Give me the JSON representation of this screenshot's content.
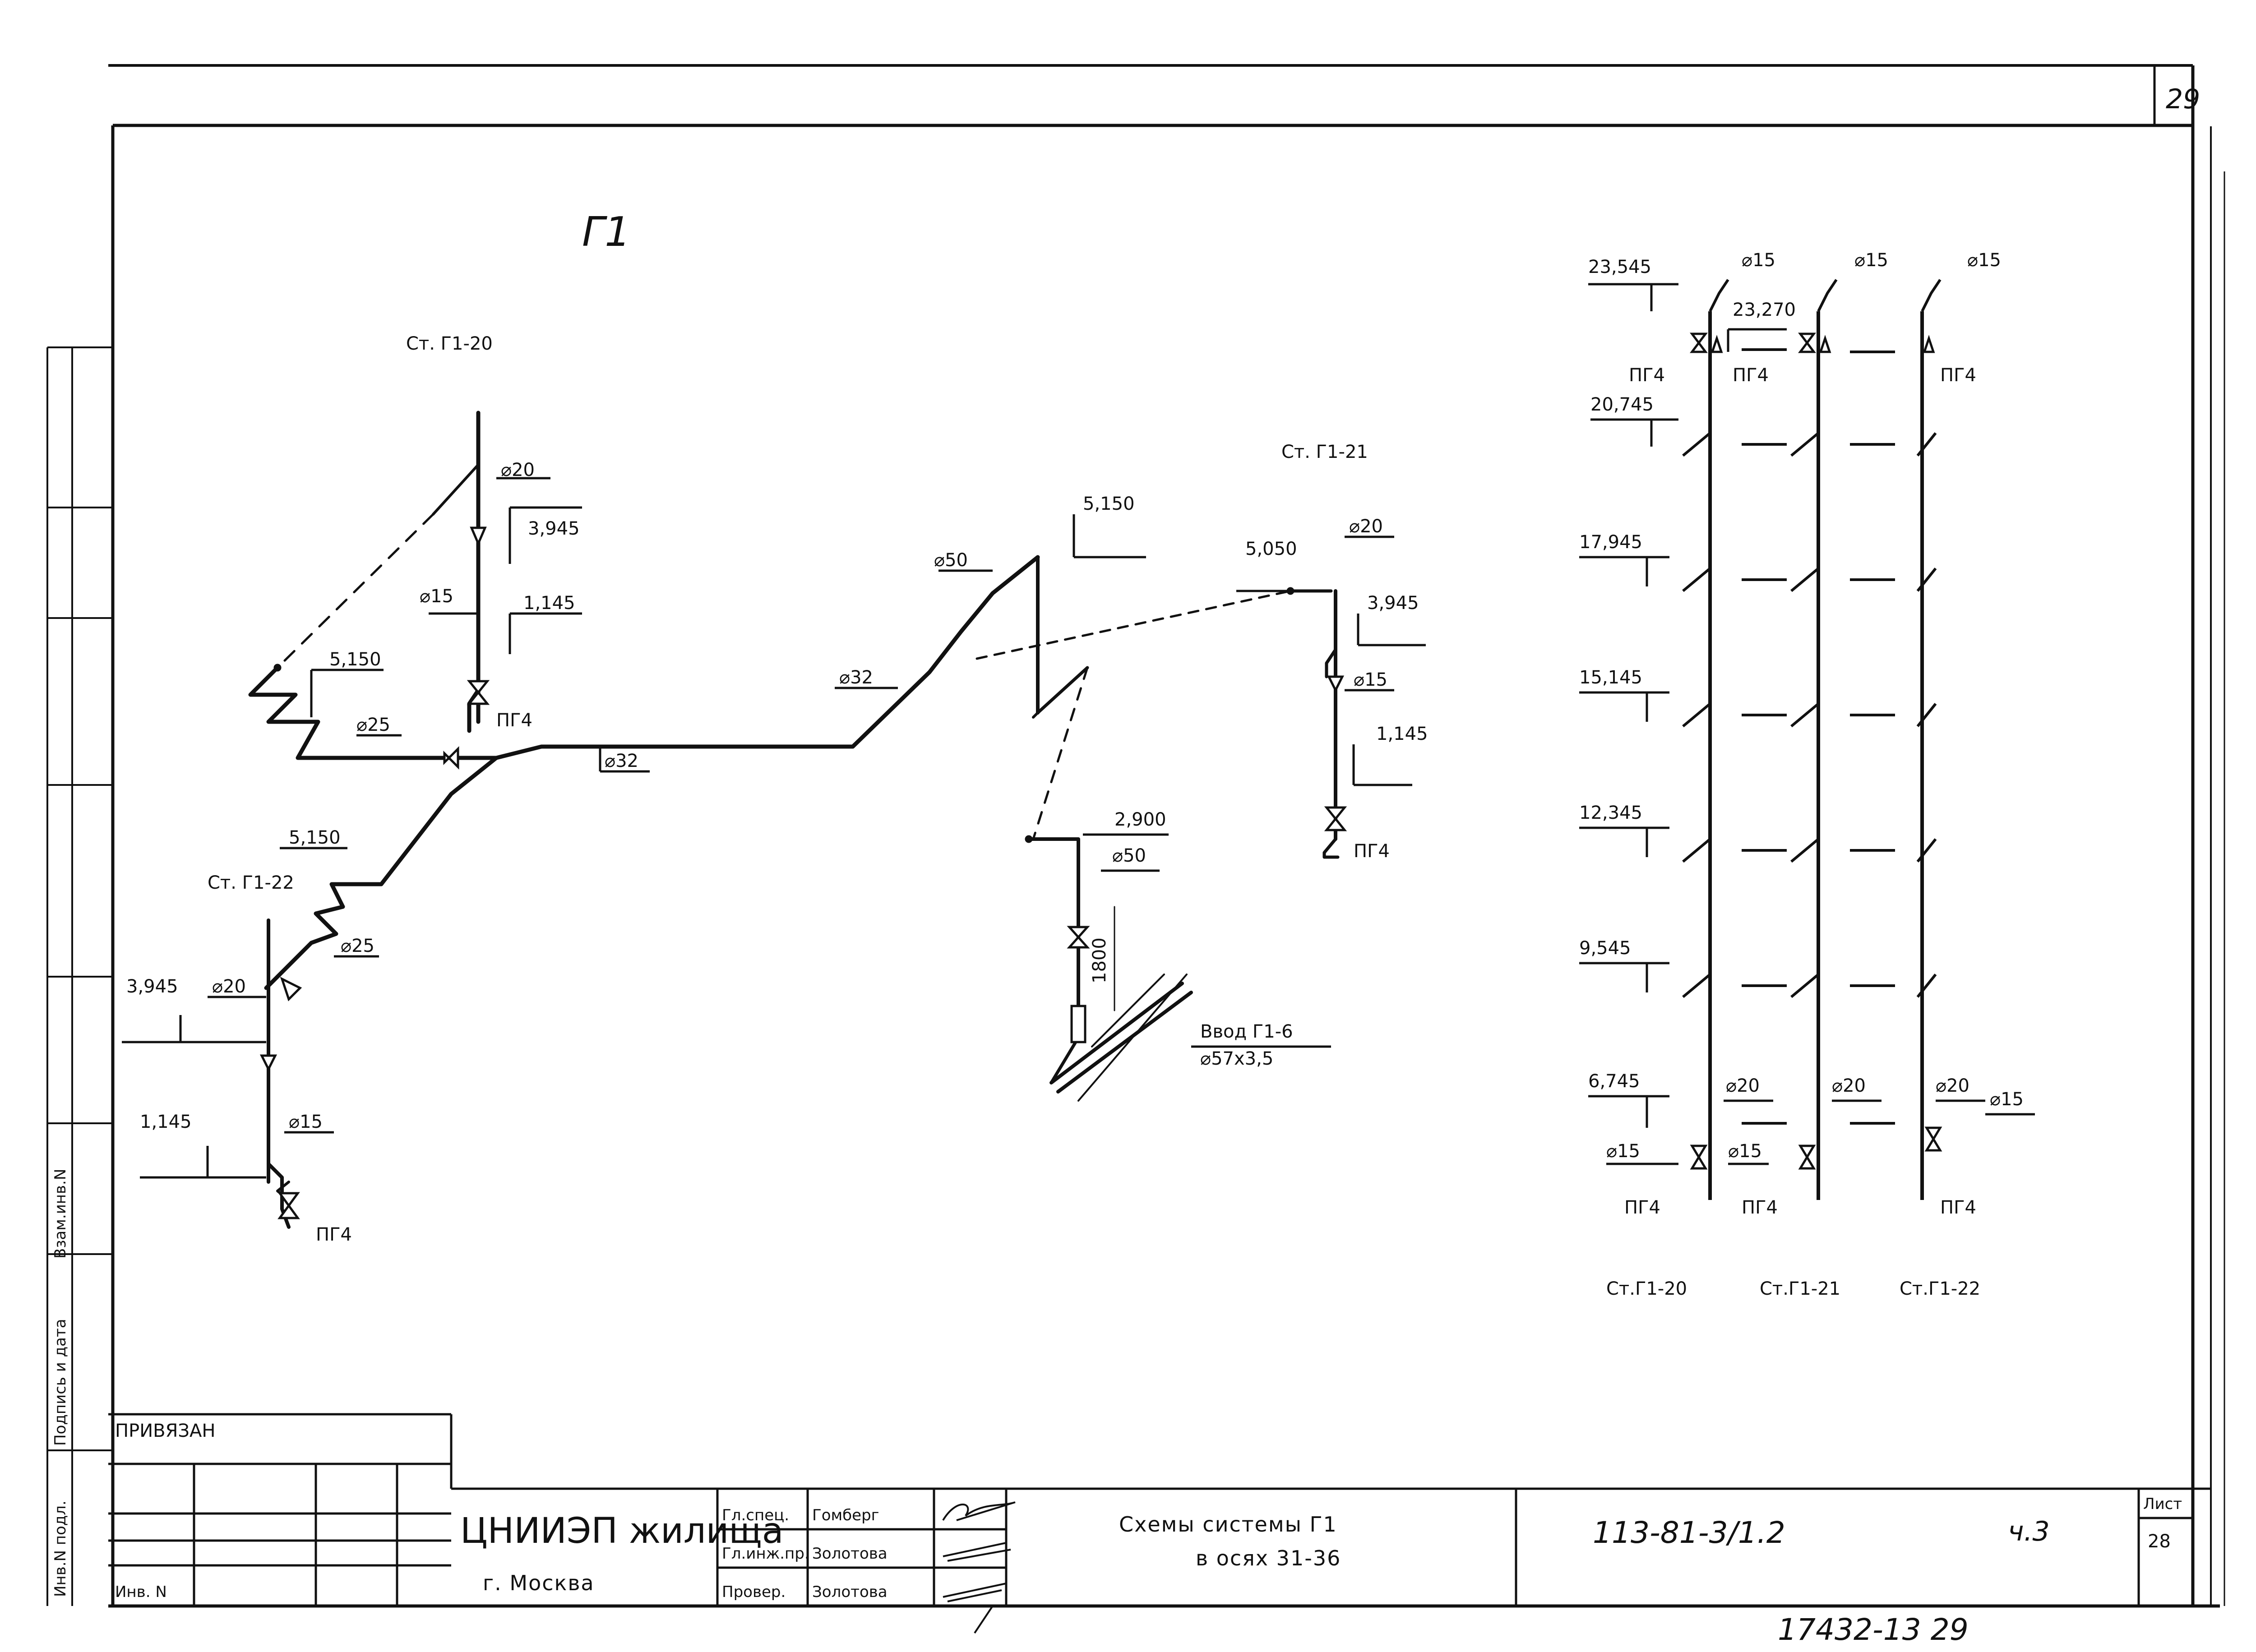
{
  "sheet_number_top": "29",
  "system_title": "Г1",
  "riser_labels": {
    "r20_top": "Ст. Г1-20",
    "r21_top": "Ст. Г1-21",
    "r22_left": "Ст. Г1-22"
  },
  "iso_labels": {
    "d20_a": "⌀20",
    "d15_a": "⌀15",
    "z3945_a": "3,945",
    "z1145_a": "1,145",
    "pg4_a": "ПГ4",
    "z5150_a": "5,150",
    "d25_a": "⌀25",
    "d32_a": "⌀32",
    "d32_b": "⌀32",
    "d50_a": "⌀50",
    "z5150_b": "5,150",
    "z5050": "5,050",
    "d20_b": "⌀20",
    "z3945_b": "3,945",
    "d15_b": "⌀15",
    "z1145_b": "1,145",
    "pg4_b": "ПГ4",
    "z5150_c": "5,150",
    "d25_b": "⌀25",
    "z3945_c": "3,945",
    "d20_c": "⌀20",
    "z1145_c": "1,145",
    "d15_c": "⌀15",
    "pg4_c": "ПГ4",
    "z2900": "2,900",
    "d50_b": "⌀50",
    "dim1800": "1800",
    "inlet_name": "Ввод Г1-6",
    "inlet_size": "⌀57x3,5"
  },
  "elevation_labels": [
    "23,545",
    "20,745",
    "17,945",
    "15,145",
    "12,345",
    "9,545",
    "6,745"
  ],
  "vertical_labels": {
    "z23270": "23,270",
    "d15_t1": "⌀15",
    "d15_t2": "⌀15",
    "d15_t3": "⌀15",
    "pg4_t1": "ПГ4",
    "pg4_t2": "ПГ4",
    "pg4_t3": "ПГ4",
    "d20_b1": "⌀20",
    "d20_b2": "⌀20",
    "d20_b3": "⌀20",
    "d15_b1": "⌀15",
    "d15_b2": "⌀15",
    "d15_b3": "⌀15",
    "pg4_b1": "ПГ4",
    "pg4_b2": "ПГ4",
    "pg4_b3": "ПГ4",
    "riser1": "Ст.Г1-20",
    "riser2": "Ст.Г1-21",
    "riser3": "Ст.Г1-22"
  },
  "side_stamp": {
    "vzam": "Взам.инв.N",
    "podpis": "Подпись и дата",
    "inv_podl": "Инв.N подл."
  },
  "title_block": {
    "privyazan": "ПРИВЯЗАН",
    "inv": "Инв. N",
    "org_line1": "ЦНИИЭП жилища",
    "org_line2": "г. Москва",
    "role1": "Гл.спец.",
    "role2": "Гл.инж.пр.",
    "role3": "Провер.",
    "name1": "Гомберг",
    "name2": "Золотова",
    "name3": "Золотова",
    "title_line1": "Схемы системы Г1",
    "title_line2": "в осях 31-36",
    "code": "113-81-3/1.2",
    "part": "ч.3",
    "list_label": "Лист",
    "list_number": "28"
  },
  "footer_code": "17432-13 29"
}
